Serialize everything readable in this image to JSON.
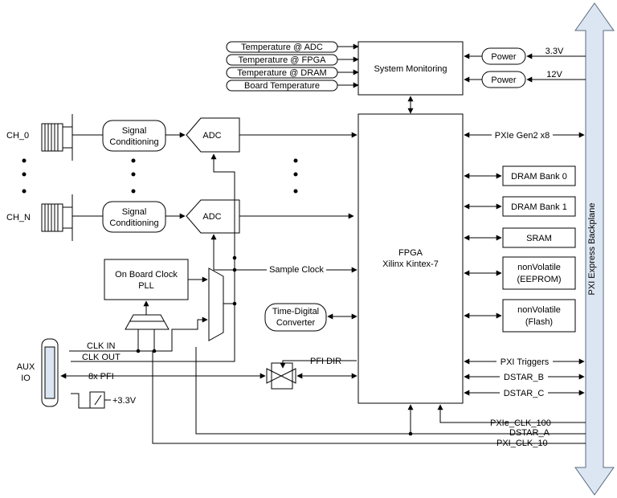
{
  "monitor_inputs": [
    "Temperature @ ADC",
    "Temperature @ FPGA",
    "Temperature @ DRAM",
    "Board Temperature"
  ],
  "system_monitoring": "System Monitoring",
  "power": "Power",
  "v33": "3.3V",
  "v12": "12V",
  "ch0": "CH_0",
  "chn": "CH_N",
  "signal": "Signal",
  "conditioning": "Conditioning",
  "adc": "ADC",
  "clock_line1": "On Board Clock",
  "clock_line2": "PLL",
  "sample_clock": "Sample Clock",
  "tdc_line1": "Time-Digital",
  "tdc_line2": "Converter",
  "fpga_line1": "FPGA",
  "fpga_line2": "Xilinx Kintex-7",
  "pxie_gen2": "PXIe Gen2 x8",
  "dram0": "DRAM Bank 0",
  "dram1": "DRAM Bank 1",
  "sram": "SRAM",
  "eeprom_line1": "nonVolatile",
  "eeprom_line2": "(EEPROM)",
  "flash_line1": "nonVolatile",
  "flash_line2": "(Flash)",
  "pxi_triggers": "PXI Triggers",
  "dstar_b": "DSTAR_B",
  "dstar_c": "DSTAR_C",
  "pxie_clk_100": "PXIe_CLK_100",
  "dstar_a": "DSTAR_A",
  "pxi_clk_10": "PXI_CLK_10",
  "aux_line1": "AUX",
  "aux_line2": "IO",
  "clk_in": "CLK IN",
  "clk_out": "CLK OUT",
  "pfi8": "8x PFI",
  "pfi_dir": "PFI DIR",
  "aux_v33": "+3.3V",
  "backplane": "PXI Express Backplane"
}
